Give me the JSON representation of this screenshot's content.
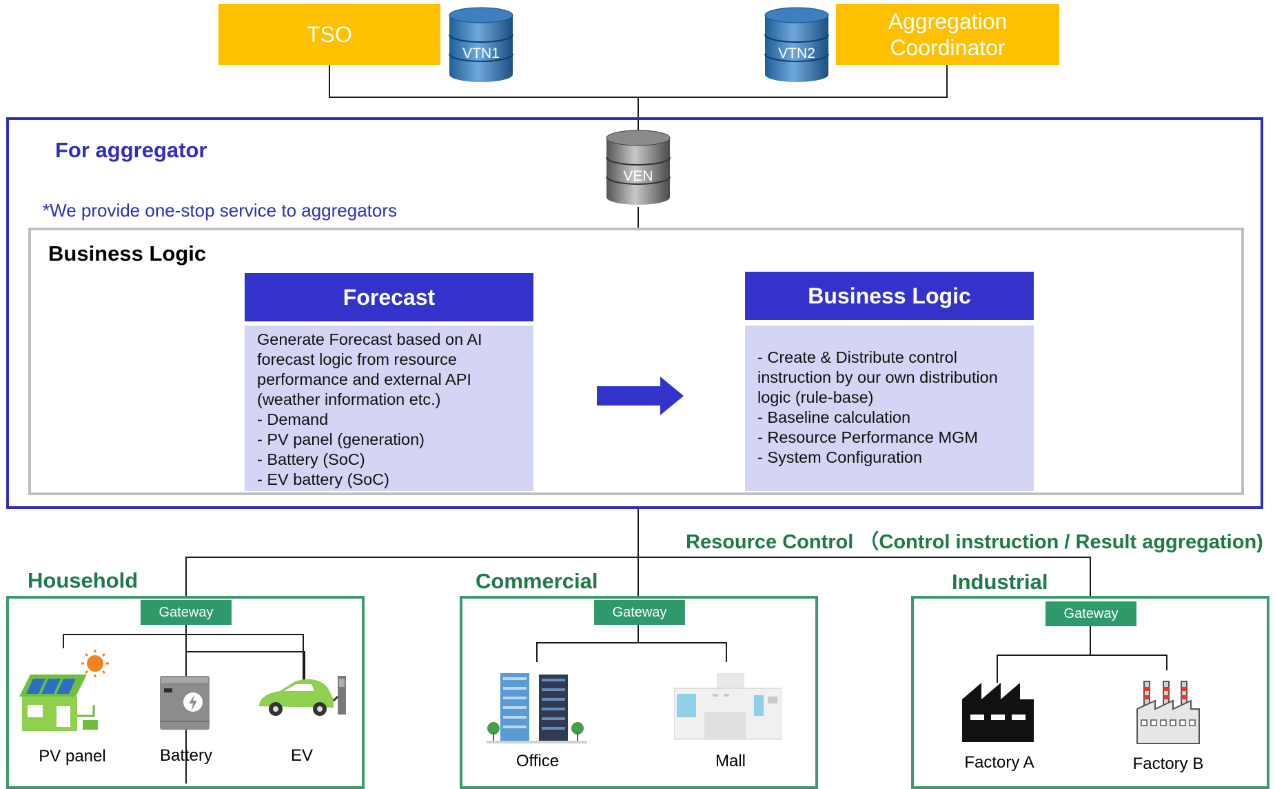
{
  "top": {
    "tso": "TSO",
    "coordinator_line1": "Aggregation",
    "coordinator_line2": "Coordinator",
    "vtn1": "VTN1",
    "vtn2": "VTN2",
    "ven": "VEN"
  },
  "aggregator": {
    "title": "For aggregator",
    "note": "*We provide one-stop service to aggregators",
    "section_title": "Business Logic"
  },
  "forecast": {
    "title": "Forecast",
    "lines": [
      "Generate Forecast based on AI",
      "forecast logic from resource",
      "performance and external API",
      "(weather information etc.)",
      "- Demand",
      "- PV panel (generation)",
      "- Battery (SoC)",
      "- EV battery (SoC)"
    ]
  },
  "business_logic": {
    "title": "Business Logic",
    "lines": [
      "- Create & Distribute control",
      "instruction by our own distribution",
      "logic (rule-base)",
      "- Baseline calculation",
      "- Resource Performance MGM",
      "- System Configuration"
    ]
  },
  "resource_control": "Resource Control （Control instruction / Result aggregation)",
  "groups": {
    "household": {
      "title": "Household",
      "gateway": "Gateway",
      "items": [
        "PV panel",
        "Battery",
        "EV"
      ]
    },
    "commercial": {
      "title": "Commercial",
      "gateway": "Gateway",
      "items": [
        "Office",
        "Mall"
      ]
    },
    "industrial": {
      "title": "Industrial",
      "gateway": "Gateway",
      "items": [
        "Factory A",
        "Factory B"
      ]
    }
  },
  "colors": {
    "yellow": "#ffc000",
    "blue": "#3333cc",
    "lavender": "#d4d4f5",
    "green": "#2e9a6a",
    "green_text": "#1f7a4a"
  }
}
